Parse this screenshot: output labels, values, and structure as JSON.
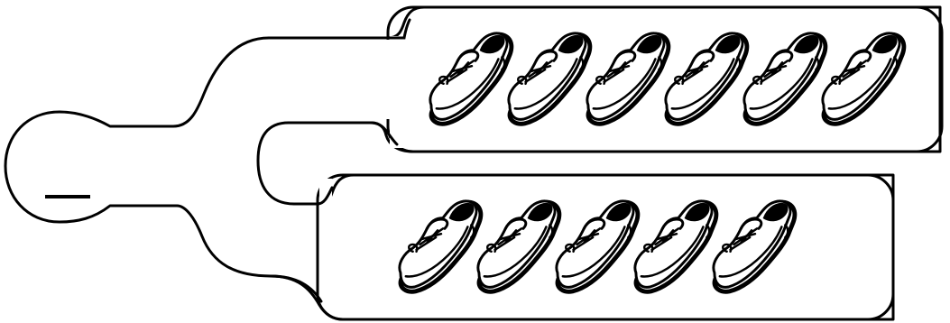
{
  "diagram": {
    "type": "number-bond",
    "whole": {
      "value": "",
      "blank_shown": true
    },
    "parts": [
      {
        "icon": "shoe-icon",
        "count": 6
      },
      {
        "icon": "shoe-icon",
        "count": 5
      }
    ]
  },
  "colors": {
    "stroke": "#000000",
    "fill": "#ffffff"
  }
}
